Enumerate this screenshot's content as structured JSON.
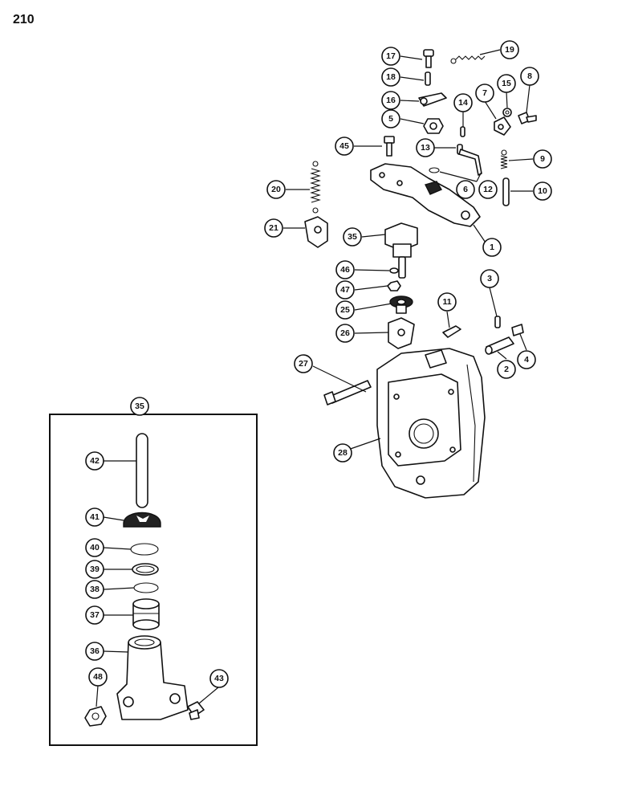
{
  "page": {
    "number": "210"
  },
  "colors": {
    "ink": "#111111",
    "paper": "#ffffff"
  },
  "callouts": {
    "c1": "1",
    "c2": "2",
    "c3": "3",
    "c4": "4",
    "c5": "5",
    "c6": "6",
    "c7": "7",
    "c8": "8",
    "c9": "9",
    "c10": "10",
    "c11": "11",
    "c12": "12",
    "c13": "13",
    "c14": "14",
    "c15": "15",
    "c16": "16",
    "c17": "17",
    "c18": "18",
    "c19": "19",
    "c20": "20",
    "c21": "21",
    "c25": "25",
    "c26": "26",
    "c27": "27",
    "c28": "28",
    "c35": "35",
    "c35b": "35",
    "c36": "36",
    "c37": "37",
    "c38": "38",
    "c39": "39",
    "c40": "40",
    "c41": "41",
    "c42": "42",
    "c43": "43",
    "c45": "45",
    "c46": "46",
    "c47": "47",
    "c48": "48"
  }
}
